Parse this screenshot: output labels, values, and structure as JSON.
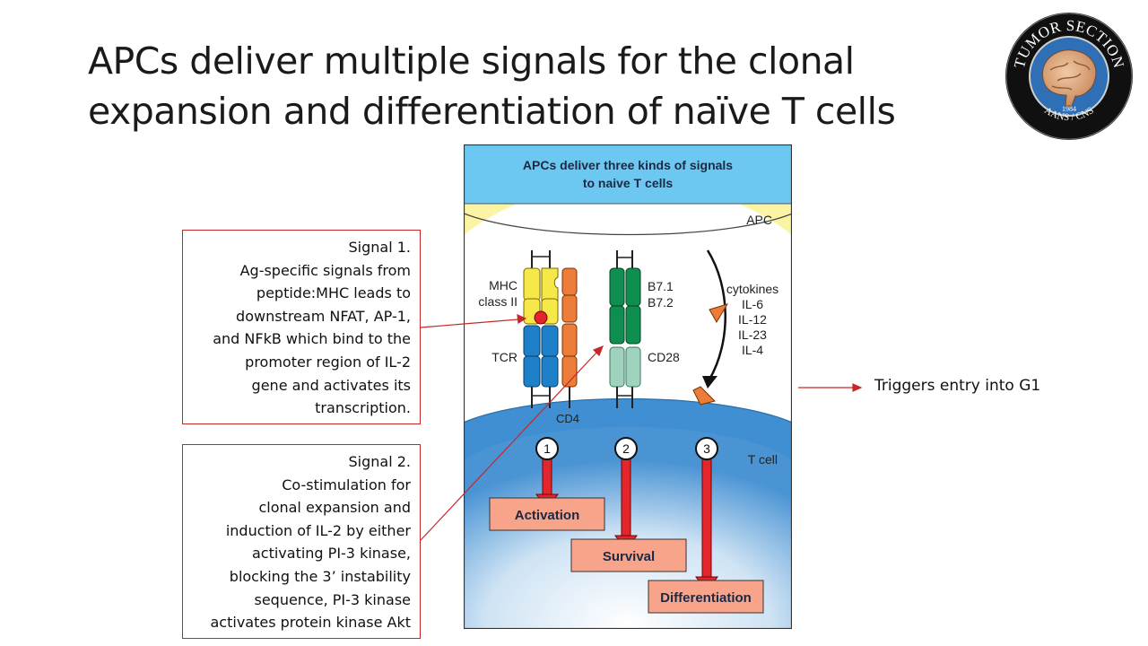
{
  "slide": {
    "title_line1": "APCs deliver multiple signals for the clonal",
    "title_line2": "expansion and differentiation of naïve T cells"
  },
  "logo": {
    "arc_text": "TUMOR SECTION",
    "year": "1984",
    "bottom_text": "AANS / CNS"
  },
  "figure": {
    "header_line1": "APCs deliver three kinds of signals",
    "header_line2": "to naive T cells",
    "apc_label": "APC",
    "tcell_label": "T cell",
    "mhc_label_line1": "MHC",
    "mhc_label_line2": "class II",
    "tcr_label": "TCR",
    "cd4_label": "CD4",
    "b7_label_line1": "B7.1",
    "b7_label_line2": "B7.2",
    "cd28_label": "CD28",
    "cytokines": [
      "cytokines",
      "IL-6",
      "IL-12",
      "IL-23",
      "IL-4"
    ],
    "signals": [
      {
        "number": "1",
        "label": "Activation"
      },
      {
        "number": "2",
        "label": "Survival"
      },
      {
        "number": "3",
        "label": "Differentiation"
      }
    ],
    "colors": {
      "header_bg": "#6cc8f0",
      "apc": "#fbf4a4",
      "tcell": "#3f8fd2",
      "mhc": "#f7e84a",
      "tcr": "#1d80c8",
      "cd4": "#ec7c3a",
      "b7": "#0e8f4f",
      "cd28": "#9fd3bd",
      "arrow_red": "#e2262b",
      "box_salmon": "#f7a48a"
    }
  },
  "callouts": {
    "signal1": [
      "Signal 1.",
      "Ag-specific signals from",
      "peptide:MHC leads to",
      "downstream NFAT, AP-1,",
      "and NFkB which bind to the",
      "promoter region of IL-2",
      "gene and activates its",
      "transcription."
    ],
    "signal2": [
      "Signal 2.",
      "Co-stimulation for",
      "clonal expansion and",
      "induction of IL-2 by either",
      "activating PI-3 kinase,",
      "blocking the 3’ instability",
      "sequence, PI-3 kinase",
      "activates protein kinase Akt"
    ],
    "g1": "Triggers entry into G1"
  }
}
